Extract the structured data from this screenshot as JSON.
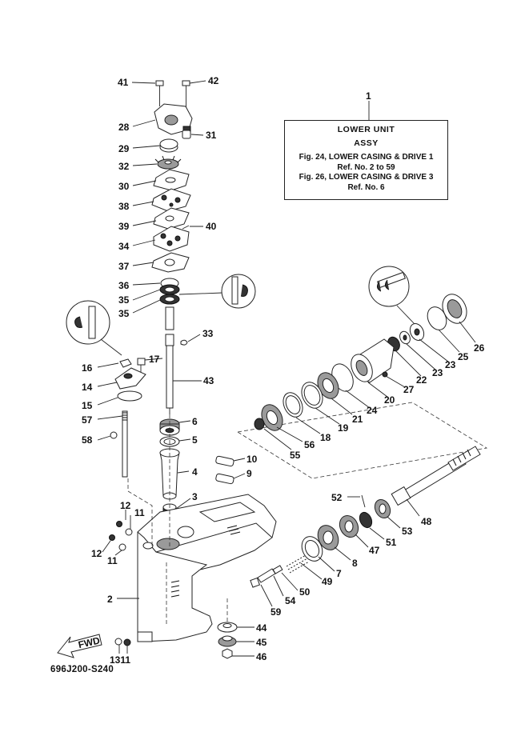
{
  "callouts": [
    "1",
    "2",
    "3",
    "4",
    "5",
    "6",
    "7",
    "8",
    "9",
    "10",
    "11",
    "11",
    "11",
    "12",
    "12",
    "13",
    "15",
    "16",
    "17",
    "14",
    "18",
    "19",
    "20",
    "21",
    "22",
    "23",
    "23",
    "24",
    "25",
    "26",
    "27",
    "28",
    "29",
    "30",
    "31",
    "32",
    "33",
    "34",
    "35",
    "35",
    "36",
    "37",
    "38",
    "39",
    "40",
    "41",
    "42",
    "43",
    "44",
    "45",
    "46",
    "47",
    "48",
    "49",
    "50",
    "51",
    "52",
    "53",
    "54",
    "55",
    "56",
    "57",
    "58",
    "59"
  ],
  "callout_list": {
    "c1": "1",
    "c2": "2",
    "c3": "3",
    "c4": "4",
    "c5": "5",
    "c6": "6",
    "c7": "7",
    "c8": "8",
    "c9": "9",
    "c10": "10",
    "c11a": "11",
    "c11b": "11",
    "c12a": "12",
    "c12b": "12",
    "c13_11": "1311",
    "c14": "14",
    "c15": "15",
    "c16": "16",
    "c17": "17",
    "c18": "18",
    "c19": "19",
    "c20": "20",
    "c21": "21",
    "c22": "22",
    "c23a": "23",
    "c23b": "23",
    "c24": "24",
    "c25": "25",
    "c26": "26",
    "c27": "27",
    "c28": "28",
    "c29": "29",
    "c30": "30",
    "c31": "31",
    "c32": "32",
    "c33": "33",
    "c34": "34",
    "c35a": "35",
    "c35b": "35",
    "c36": "36",
    "c37": "37",
    "c38": "38",
    "c39": "39",
    "c40": "40",
    "c41": "41",
    "c42": "42",
    "c43": "43",
    "c44": "44",
    "c45": "45",
    "c46": "46",
    "c47": "47",
    "c48": "48",
    "c49": "49",
    "c50": "50",
    "c51": "51",
    "c52": "52",
    "c53": "53",
    "c54": "54",
    "c55": "55",
    "c56": "56",
    "c57": "57",
    "c58": "58",
    "c59": "59"
  },
  "note": {
    "title": "LOWER UNIT",
    "subtitle": "ASSY",
    "line1": "Fig. 24, LOWER CASING & DRIVE 1",
    "line2": "Ref. No. 2 to 59",
    "line3": "Fig. 26, LOWER CASING & DRIVE 3",
    "line4": "Ref. No. 6"
  },
  "direction_arrow": "FWD",
  "drawing_code": "696J200-S240",
  "icons": [
    "grease-cc-icon",
    "grease-g-icon",
    "grease-g-icon"
  ]
}
